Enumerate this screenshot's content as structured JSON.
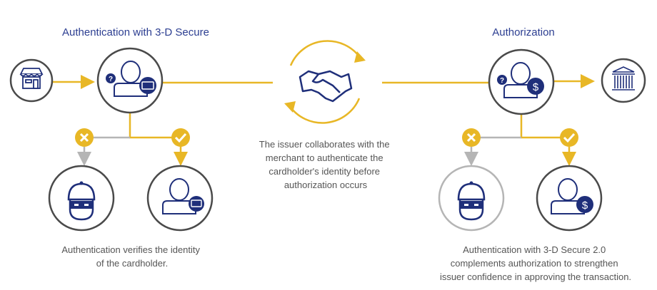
{
  "left_section": {
    "title": "Authentication with 3-D Secure",
    "caption": [
      "Authentication verifies the identity",
      "of the cardholder."
    ]
  },
  "right_section": {
    "title": "Authorization",
    "caption": [
      "Authentication with 3-D Secure 2.0",
      "complements authorization to strengthen",
      "issuer confidence in approving the transaction."
    ]
  },
  "center": {
    "caption": [
      "The issuer collaborates with the",
      "merchant to authenticate the",
      "cardholder's identity before",
      "authorization occurs"
    ]
  },
  "badges": {
    "question": "?",
    "dollar": "$"
  },
  "colors": {
    "gold": "#e8b726",
    "navy": "#1f2f7a",
    "ring": "#4a4a4a",
    "grey": "#b5b5b5"
  }
}
